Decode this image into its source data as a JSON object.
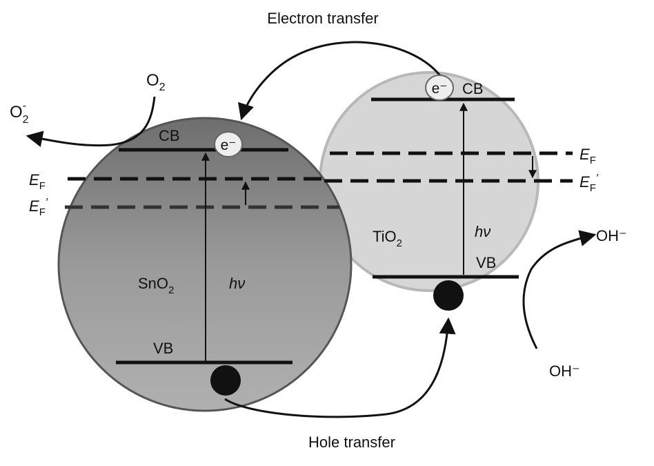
{
  "title_top": "Electron transfer",
  "title_bottom": "Hole transfer",
  "sno2": {
    "name": "SnO",
    "name_sub": "2",
    "cb": "CB",
    "vb": "VB",
    "hv": "hν",
    "ef_label": "E",
    "ef_sub": "F",
    "ef_prime_label": "E",
    "ef_prime_sub": "F",
    "ef_prime_mark": "′",
    "electron": "e⁻",
    "hole": "h⁺"
  },
  "tio2": {
    "name": "TiO",
    "name_sub": "2",
    "cb": "CB",
    "vb": "VB",
    "hv": "hν",
    "ef_label": "E",
    "ef_sub": "F",
    "ef_prime_label": "E",
    "ef_prime_sub": "F",
    "ef_prime_mark": "′",
    "electron": "e⁻",
    "hole": "h⁺"
  },
  "species": {
    "o2": "O",
    "o2_sub": "2",
    "o2_radical": "O",
    "o2_radical_sub": "2",
    "o2_radical_sup": "-",
    "oh_minus_in": "OH⁻",
    "oh_minus_out": "OH⁻"
  },
  "colors": {
    "tio2_fill": "#d9d9d9",
    "sno2_top": "#7a7a7a",
    "sno2_bottom": "#a8a8a8",
    "line": "#111111"
  }
}
